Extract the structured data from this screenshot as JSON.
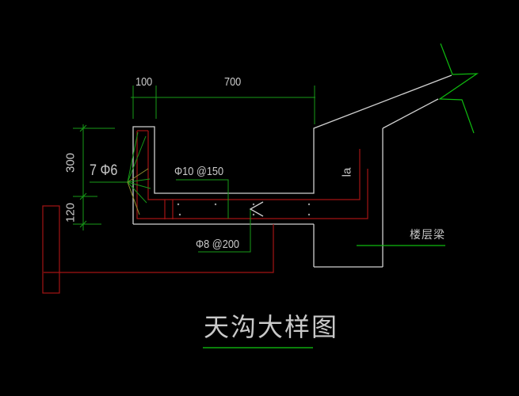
{
  "drawing": {
    "title": "天沟大样图",
    "dimensions": {
      "top_width_1": "100",
      "top_width_2": "700",
      "left_height_1": "300",
      "left_height_2": "120"
    },
    "labels": {
      "wall_rebar": "7 Φ6",
      "slab_top_rebar": "Φ10 @150",
      "slab_bottom_rebar": "Φ8 @200",
      "anchorage_length": "la",
      "floor_beam": "楼层梁"
    }
  },
  "colors": {
    "background": "#000000",
    "structure_white": "#cfcfcf",
    "rebar_red": "#a31414",
    "dim_green": "#179b17",
    "bright_green": "#0fbb0f",
    "title_green": "#0a800a",
    "leader_olive": "#8f8f2f",
    "text_white": "#c9c9c9"
  }
}
